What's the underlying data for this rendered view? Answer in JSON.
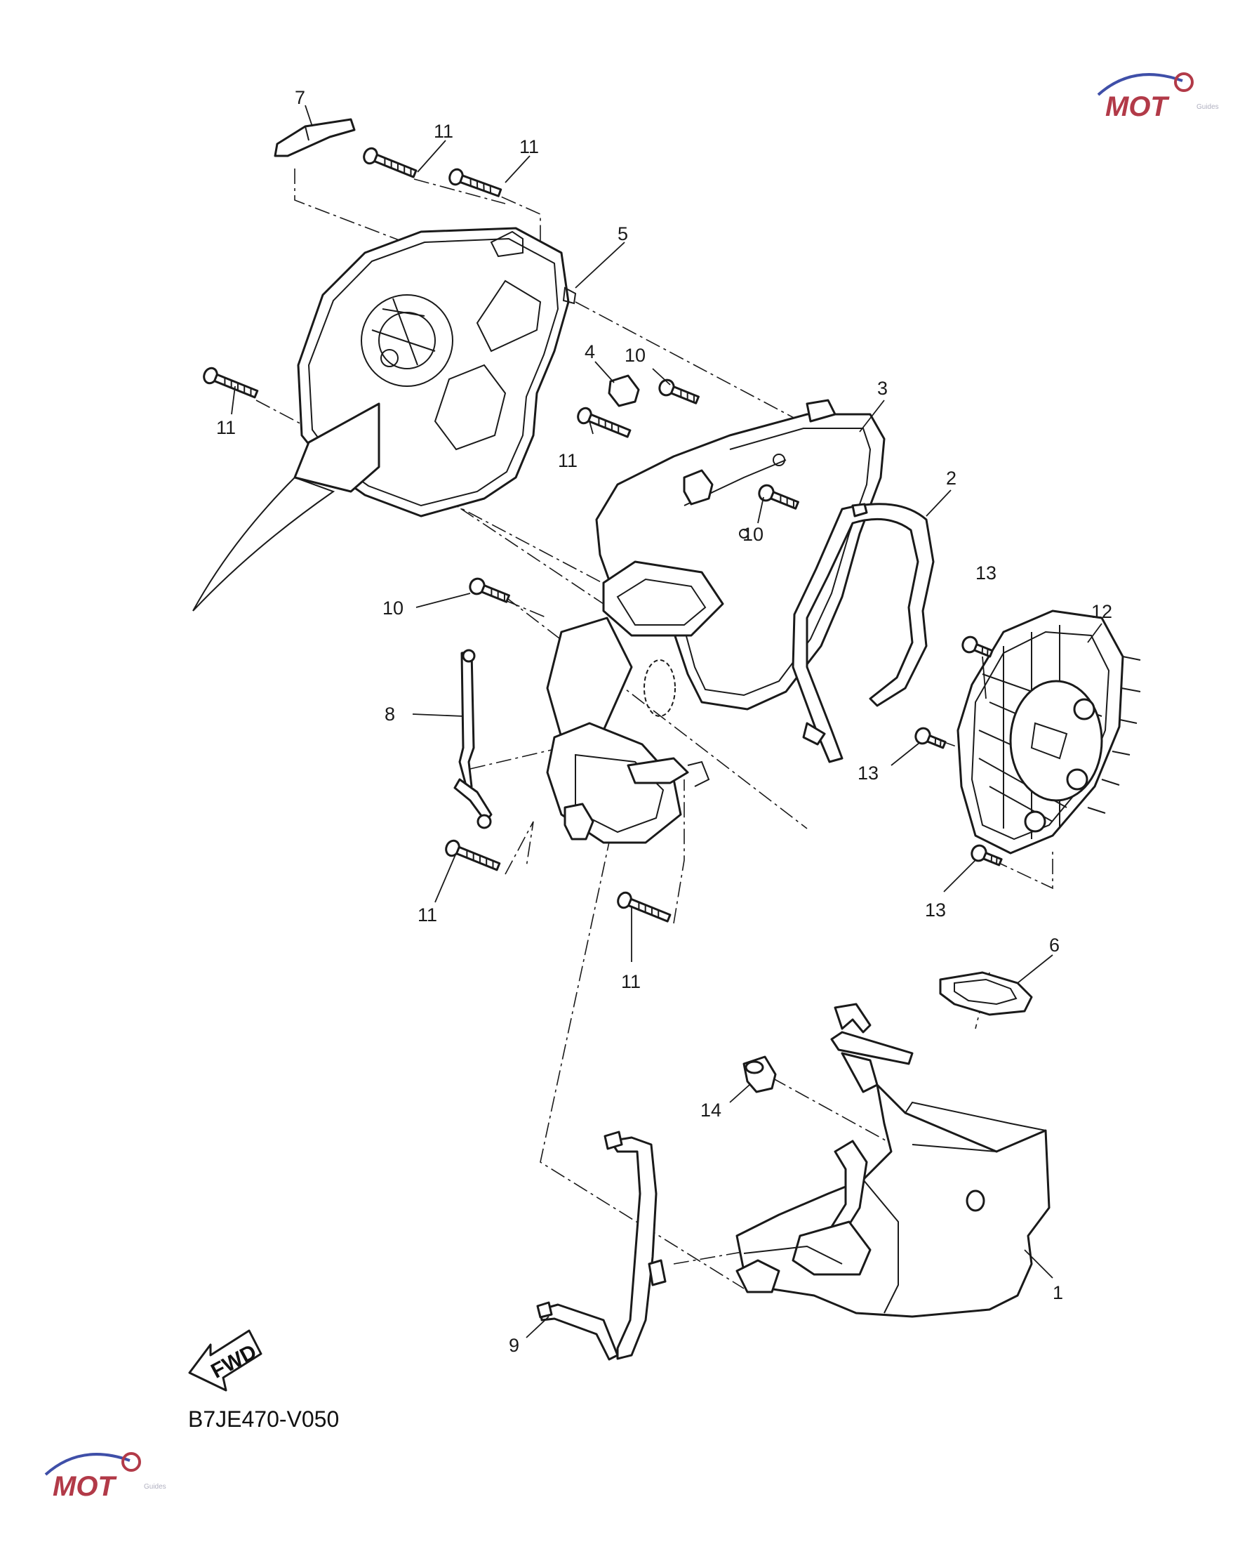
{
  "diagram_code": "B7JE470-V050",
  "direction_label": "FWD",
  "watermark": {
    "text": "MOT",
    "sub": "Guides",
    "color": "#b23a48",
    "swoosh_color": "#3f4fa8"
  },
  "callouts": {
    "c1": "1",
    "c2": "2",
    "c3": "3",
    "c4": "4",
    "c5": "5",
    "c6": "6",
    "c7": "7",
    "c8": "8",
    "c9": "9",
    "c10a": "10",
    "c10b": "10",
    "c10c": "10",
    "c11a": "11",
    "c11b": "11",
    "c11c": "11",
    "c11d": "11",
    "c11e": "11",
    "c11f": "11",
    "c12": "12",
    "c13a": "13",
    "c13b": "13",
    "c13c": "13",
    "c14": "14"
  }
}
